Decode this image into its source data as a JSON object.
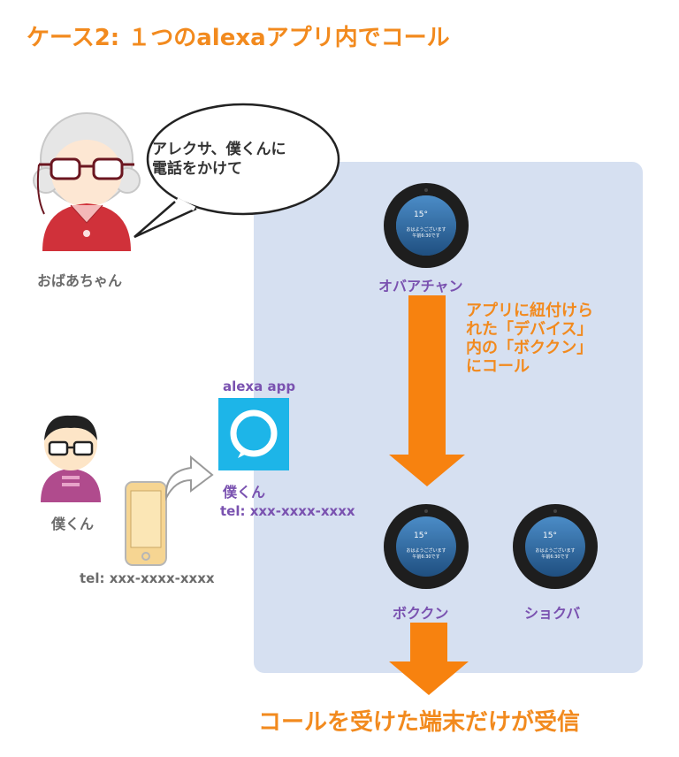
{
  "title": "ケース2: １つのalexaアプリ内でコール",
  "grandma": {
    "label": "おばあちゃん",
    "speech": [
      "アレクサ、僕くんに",
      "電話をかけて"
    ]
  },
  "devices": {
    "top": {
      "label": "オバアチャン",
      "screen_temp": "15°",
      "screen_line1": "おはようございます",
      "screen_line2": "午前6:30です"
    },
    "bottom_left": {
      "label": "ボククン",
      "screen_temp": "15°",
      "screen_line1": "おはようございます",
      "screen_line2": "午前6:30です"
    },
    "bottom_right": {
      "label": "ショクバ",
      "screen_temp": "15°",
      "screen_line1": "おはようございます",
      "screen_line2": "午前6:30です"
    }
  },
  "arrow_note": [
    "アプリに紐付けら",
    "れた「デバイス」",
    "内の「ボククン」",
    "にコール"
  ],
  "app": {
    "name": "alexa app",
    "account": "僕くん",
    "tel": "tel: xxx-xxxx-xxxx"
  },
  "boy": {
    "label": "僕くん",
    "tel": "tel: xxx-xxxx-xxxx"
  },
  "footer": "コールを受けた端末だけが受信",
  "colors": {
    "accent_orange": "#f28a1e",
    "arrow_orange": "#f7820f",
    "panel_blue": "#d6e0f1",
    "label_purple": "#7a52b0",
    "alexa_blue": "#1db5e8",
    "phone_yellow": "#f6d592"
  },
  "icons": [
    "grandma-avatar-icon",
    "boy-avatar-icon",
    "echo-spot-icon",
    "alexa-app-icon",
    "smartphone-icon",
    "share-arrow-icon"
  ]
}
